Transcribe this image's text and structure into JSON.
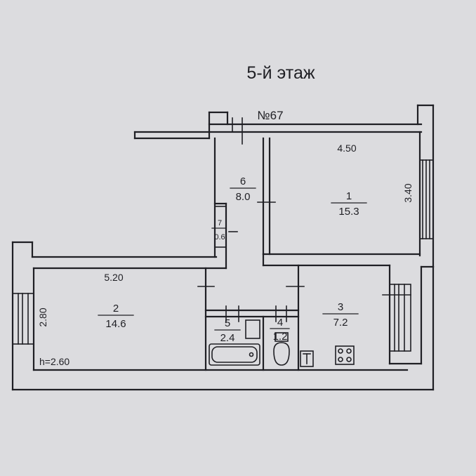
{
  "floor_title": "5-й этаж",
  "apartment_label": "№67",
  "ceiling_height": "h=2.60",
  "dimensions": {
    "room1_width": "4.50",
    "room1_depth": "3.40",
    "room2_width": "5.20",
    "room2_depth": "2.80"
  },
  "rooms": [
    {
      "number": "1",
      "area": "15.3"
    },
    {
      "number": "2",
      "area": "14.6"
    },
    {
      "number": "3",
      "area": "7.2"
    },
    {
      "number": "4",
      "area": "1.2"
    },
    {
      "number": "5",
      "area": "2.4"
    },
    {
      "number": "6",
      "area": "8.0"
    },
    {
      "number": "7",
      "area": "0.6"
    }
  ],
  "colors": {
    "ink": "#1f1f24",
    "paper": "#dcdcdf"
  }
}
